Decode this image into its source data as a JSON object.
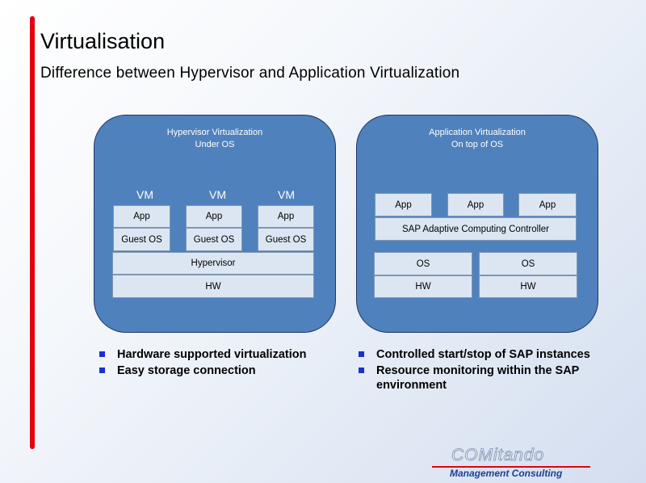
{
  "title": "Virtualisation",
  "subtitle": "Difference between Hypervisor and Application Virtualization",
  "hypervisor_panel": {
    "title_line1": "Hypervisor Virtualization",
    "title_line2": "Under OS",
    "vm_label": "VM",
    "app_label": "App",
    "guest_os_label": "Guest OS",
    "hypervisor_label": "Hypervisor",
    "hw_label": "HW"
  },
  "application_panel": {
    "title_line1": "Application Virtualization",
    "title_line2": "On top of OS",
    "app_label": "App",
    "controller_label": "SAP Adaptive Computing Controller",
    "os_label": "OS",
    "hw_label": "HW"
  },
  "left_bullets": [
    "Hardware supported virtualization",
    "Easy storage connection"
  ],
  "right_bullets": [
    "Controlled start/stop of SAP instances",
    "Resource monitoring within the SAP environment"
  ],
  "logo": {
    "name": "COMitando",
    "tagline": "Management Consulting"
  },
  "colors": {
    "panel": "#4f81bd",
    "box": "#dce6f2",
    "accent_bar": "#e3000f",
    "bullet": "#1a2fd6"
  }
}
